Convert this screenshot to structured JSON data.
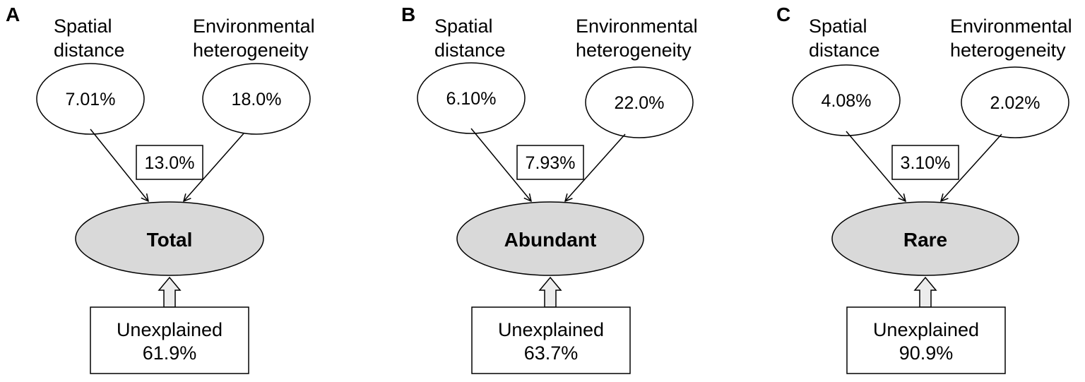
{
  "panels": [
    {
      "letter": "A",
      "spatial_label": [
        "Spatial",
        "distance"
      ],
      "env_label": [
        "Environmental",
        "heterogeneity"
      ],
      "spatial_value": "7.01%",
      "env_value": "18.0%",
      "shared_value": "13.0%",
      "center_label": "Total",
      "unexplained_label": "Unexplained",
      "unexplained_value": "61.9%"
    },
    {
      "letter": "B",
      "spatial_label": [
        "Spatial",
        "distance"
      ],
      "env_label": [
        "Environmental",
        "heterogeneity"
      ],
      "spatial_value": "6.10%",
      "env_value": "22.0%",
      "shared_value": "7.93%",
      "center_label": "Abundant",
      "unexplained_label": "Unexplained",
      "unexplained_value": "63.7%"
    },
    {
      "letter": "C",
      "spatial_label": [
        "Spatial",
        "distance"
      ],
      "env_label": [
        "Environmental",
        "heterogeneity"
      ],
      "spatial_value": "4.08%",
      "env_value": "2.02%",
      "shared_value": "3.10%",
      "center_label": "Rare",
      "unexplained_label": "Unexplained",
      "unexplained_value": "90.9%"
    }
  ],
  "colors": {
    "center_fill": "#d9d9d9",
    "arrow_fill": "#ececec",
    "stroke": "#000000"
  }
}
